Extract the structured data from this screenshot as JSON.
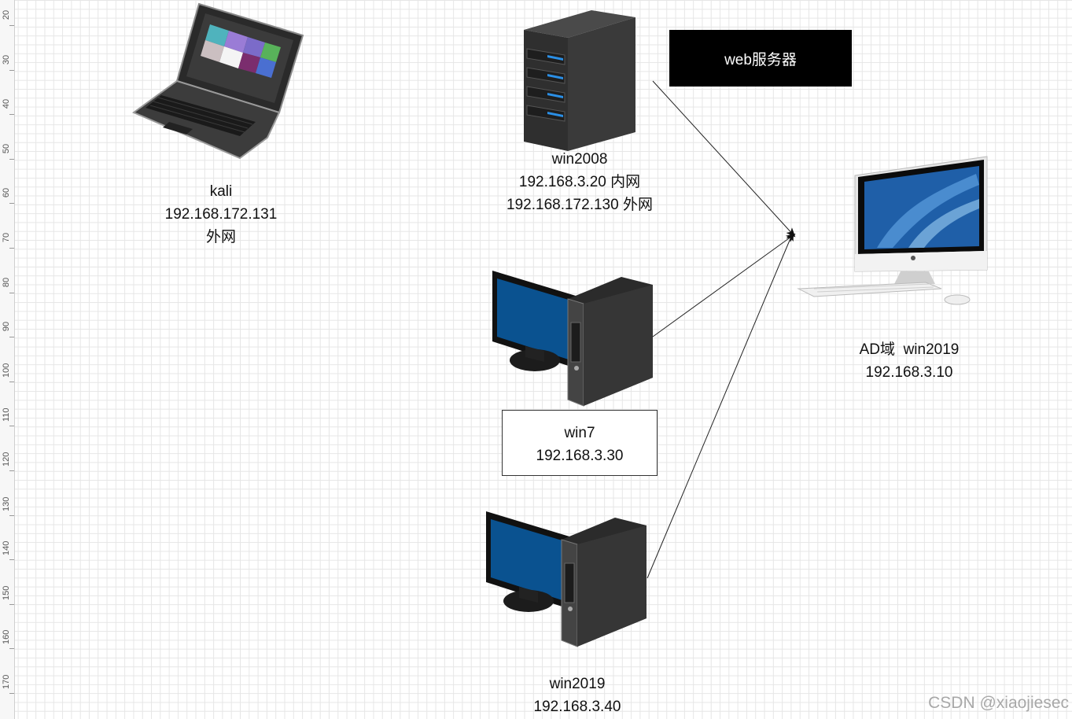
{
  "ruler": {
    "ticks": [
      "20",
      "30",
      "40",
      "50",
      "60",
      "70",
      "80",
      "90",
      "100",
      "110",
      "120",
      "130",
      "140",
      "150",
      "160",
      "170"
    ]
  },
  "nodes": {
    "kali": {
      "lines": [
        "kali",
        "192.168.172.131",
        "外网"
      ]
    },
    "win2008": {
      "lines": [
        "win2008",
        "192.168.3.20 内网",
        "192.168.172.130 外网"
      ]
    },
    "web_server": {
      "label": "web服务器"
    },
    "win7": {
      "lines": [
        "win7",
        "192.168.3.30"
      ]
    },
    "win2019": {
      "lines": [
        "win2019",
        "192.168.3.40"
      ]
    },
    "ad": {
      "lines": [
        "AD域  win2019",
        "192.168.3.10"
      ]
    }
  },
  "watermark": "CSDN @xiaojiesec"
}
